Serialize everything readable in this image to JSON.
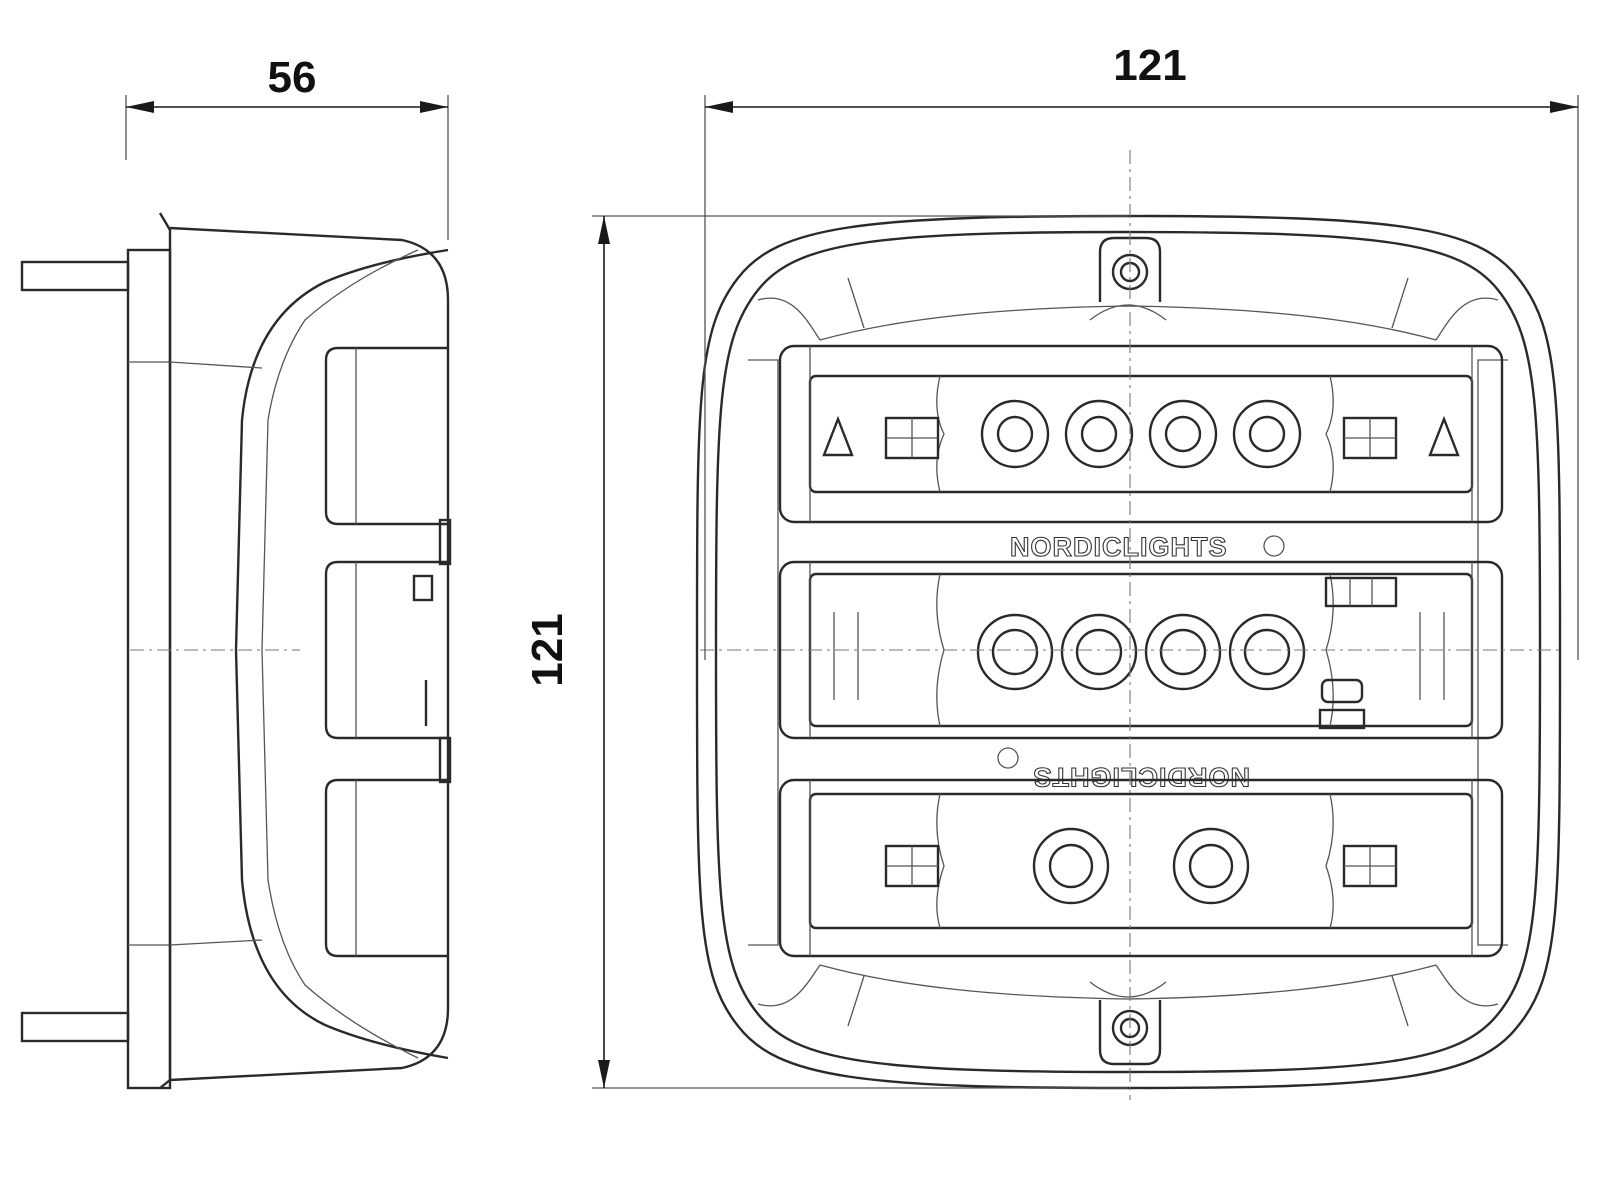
{
  "dimensions": {
    "depth": "56",
    "width": "121",
    "height": "121"
  },
  "markings": {
    "brand_top": "NORDICLIGHTS",
    "brand_bottom": "NORDICLIGHTS"
  }
}
